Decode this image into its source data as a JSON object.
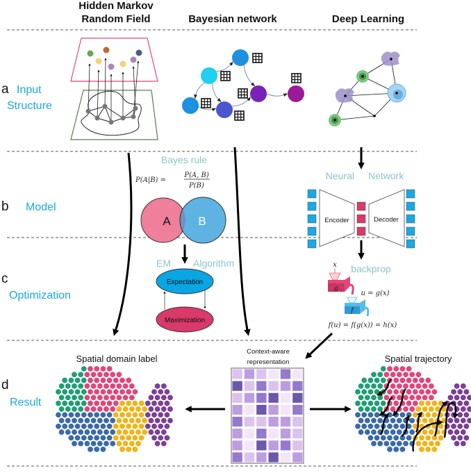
{
  "headers": {
    "hmrf_line1": "Hidden Markov",
    "hmrf_line2": "Random Field",
    "bayesian": "Bayesian network",
    "deep": "Deep Learning"
  },
  "rows": {
    "a": {
      "letter": "a",
      "label_line1": "Input",
      "label_line2": "Structure"
    },
    "b": {
      "letter": "b",
      "label": "Model"
    },
    "c": {
      "letter": "c",
      "label": "Optimization"
    },
    "d": {
      "letter": "d",
      "label": "Result"
    }
  },
  "model": {
    "bayes_title": "Bayes rule",
    "bayes_lhs": "P(A|B) =",
    "bayes_num": "P(A, B)",
    "bayes_den": "P(B)",
    "set_a": "A",
    "set_b": "B",
    "nn_title_1": "Neural",
    "nn_title_2": "Network",
    "encoder": "Encoder",
    "decoder": "Decoder"
  },
  "optimization": {
    "em_title_1": "EM",
    "em_title_2": "Algorithm",
    "expectation": "Expectation",
    "maximization": "Maximization",
    "backprop": "backprop",
    "x_label": "x",
    "g_label": "g",
    "f_label": "f",
    "u_eq": "u = g(x)",
    "chain_eq": "f(u) = f(g(x)) = h(x)"
  },
  "result": {
    "domain_label": "Spatial domain label",
    "context_line1": "Context-aware",
    "context_line2": "representation",
    "trajectory": "Spatial trajectory"
  },
  "colors": {
    "accent_label": "#1aa7e0",
    "subtitle": "#8cc4c9",
    "domain_green": "#1f9e74",
    "domain_pink": "#e0467a",
    "domain_yellow": "#f0b419",
    "domain_blue": "#3b6aa8",
    "domain_purple": "#7b3f96",
    "venn_a": "#f07f9c",
    "venn_b": "#5fb3e3",
    "expectation": "#0aa5e3",
    "maximization": "#d93a6a",
    "nn_square": "#1ca8e2",
    "latent_square": "#d93a6a"
  },
  "matrix_levels": [
    [
      2,
      3,
      2,
      1,
      4,
      1
    ],
    [
      5,
      2,
      4,
      2,
      3,
      4
    ],
    [
      2,
      3,
      4,
      5,
      1,
      5
    ],
    [
      3,
      1,
      5,
      3,
      1,
      4
    ],
    [
      4,
      2,
      2,
      3,
      3,
      2
    ],
    [
      3,
      1,
      4,
      1,
      3,
      2
    ],
    [
      3,
      1,
      5,
      3,
      4,
      2
    ],
    [
      4,
      2,
      3,
      5,
      1,
      3
    ]
  ]
}
